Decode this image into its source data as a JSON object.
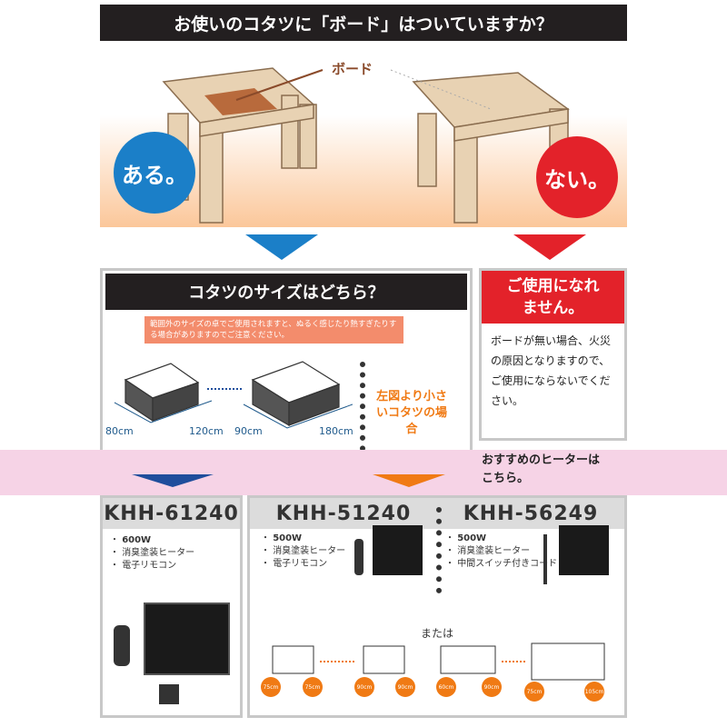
{
  "header": {
    "title": "お使いのコタツに「ボード」はついていますか？"
  },
  "board_label": "ボード",
  "yes_label": "ある。",
  "no_label": "ない。",
  "size_section": {
    "title": "コタツのサイズはどちら？",
    "warning": "範囲外のサイズの卓でご使用されますと、ぬるく感じたり熱すぎたりする場合がありますのでご注意ください。",
    "small": {
      "depth": "80cm",
      "width": "120cm"
    },
    "large": {
      "depth": "90cm",
      "width": "180cm"
    },
    "smaller_note": "左図より小さいコタツの場合"
  },
  "unusable": {
    "title": "ご使用になれません。",
    "body": "ボードが無い場合、火災の原因となりますので、ご使用にならないでください。"
  },
  "recommend": "おすすめのヒーターはこちら。",
  "products": [
    {
      "model": "KHH-61240",
      "specs": [
        "600W",
        "消臭塗装ヒーター",
        "電子リモコン"
      ]
    },
    {
      "model": "KHH-51240",
      "specs": [
        "500W",
        "消臭塗装ヒーター",
        "電子リモコン"
      ]
    },
    {
      "model": "KHH-56249",
      "specs": [
        "500W",
        "消臭塗装ヒーター",
        "中間スイッチ付きコード"
      ]
    }
  ],
  "or_label": "または",
  "size_tags": [
    "75cm",
    "75cm",
    "90cm",
    "90cm",
    "60cm",
    "90cm",
    "75cm",
    "105cm"
  ],
  "colors": {
    "dark": "#231f20",
    "blue": "#1b7fc8",
    "red": "#e3222a",
    "orange": "#f07a14",
    "pink": "#f6d3e6"
  }
}
